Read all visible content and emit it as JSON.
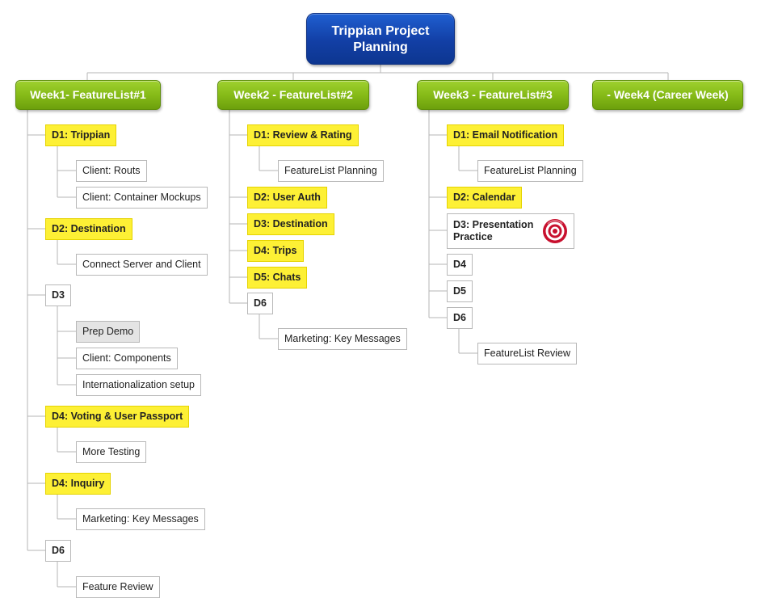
{
  "root": {
    "title": "Trippian Project Planning"
  },
  "weeks": [
    {
      "label": "Week1- FeatureList#1",
      "days": [
        {
          "label": "D1: Trippian",
          "subs": [
            "Client: Routs",
            "Client: Container Mockups"
          ]
        },
        {
          "label": "D2: Destination",
          "subs": [
            "Connect Server and Client"
          ]
        },
        {
          "label": "D3",
          "subs": [
            "Prep Demo",
            "Client: Components",
            "Internationalization setup"
          ]
        },
        {
          "label": "D4: Voting & User Passport",
          "subs": [
            "More Testing"
          ]
        },
        {
          "label": "D4: Inquiry",
          "subs": [
            "Marketing: Key Messages"
          ]
        },
        {
          "label": "D6",
          "subs": [
            "Feature Review"
          ]
        }
      ]
    },
    {
      "label": "Week2 -  FeatureList#2",
      "days": [
        {
          "label": "D1: Review & Rating",
          "subs": [
            "FeatureList Planning"
          ]
        },
        {
          "label": "D2: User Auth",
          "subs": []
        },
        {
          "label": "D3: Destination",
          "subs": []
        },
        {
          "label": "D4: Trips",
          "subs": []
        },
        {
          "label": "D5: Chats",
          "subs": []
        },
        {
          "label": "D6",
          "subs": [
            "Marketing: Key Messages"
          ]
        }
      ]
    },
    {
      "label": "Week3 -  FeatureList#3",
      "days": [
        {
          "label": "D1: Email Notification",
          "subs": [
            "FeatureList Planning"
          ]
        },
        {
          "label": "D2: Calendar",
          "subs": []
        },
        {
          "label": "D3: Presentation Practice",
          "subs": [],
          "icon": "target-icon"
        },
        {
          "label": "D4",
          "subs": []
        },
        {
          "label": "D5",
          "subs": []
        },
        {
          "label": "D6",
          "subs": [
            "FeatureList Review"
          ]
        }
      ]
    },
    {
      "label": "- Week4 (Career Week)",
      "days": []
    }
  ],
  "colors": {
    "root": "#123fa5",
    "week": "#86bb18",
    "highlight": "#fdf035",
    "connector": "#b5b5b5",
    "gray_box": "#e4e4e4",
    "target_red": "#c8102e"
  }
}
